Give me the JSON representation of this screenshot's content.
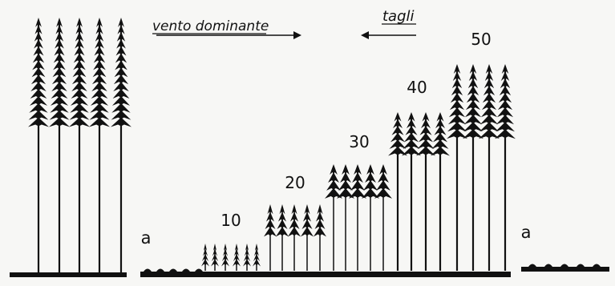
{
  "figure": {
    "wind_label": "vento dominante",
    "cuts_label": "tagli",
    "left_strip_label": "a",
    "right_strip_label": "a",
    "stage_labels": [
      "10",
      "20",
      "30",
      "40",
      "50"
    ],
    "ink_color": "#111111",
    "paper_color": "#f7f7f5",
    "wind_arrow_icon": "arrow-right-icon",
    "cuts_arrow_icon": "arrow-left-icon"
  }
}
